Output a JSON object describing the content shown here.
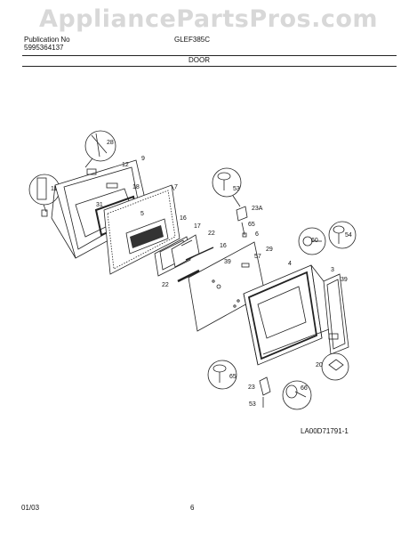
{
  "header": {
    "watermark": "AppliancePartsPros.com",
    "pub_label": "Publication No",
    "pub_number": "5995364137",
    "model": "GLEF385C",
    "section_title": "DOOR"
  },
  "diagram": {
    "callouts": [
      "28",
      "12",
      "9",
      "11",
      "18",
      "7",
      "31",
      "5",
      "16",
      "17",
      "22",
      "16",
      "39",
      "22",
      "53",
      "23A",
      "65",
      "6",
      "29",
      "57",
      "4",
      "3",
      "39",
      "60",
      "54",
      "20",
      "65",
      "23",
      "66",
      "53"
    ],
    "figure_code": "LA00D71791-1"
  },
  "footer": {
    "date": "01/03",
    "page": "6"
  }
}
